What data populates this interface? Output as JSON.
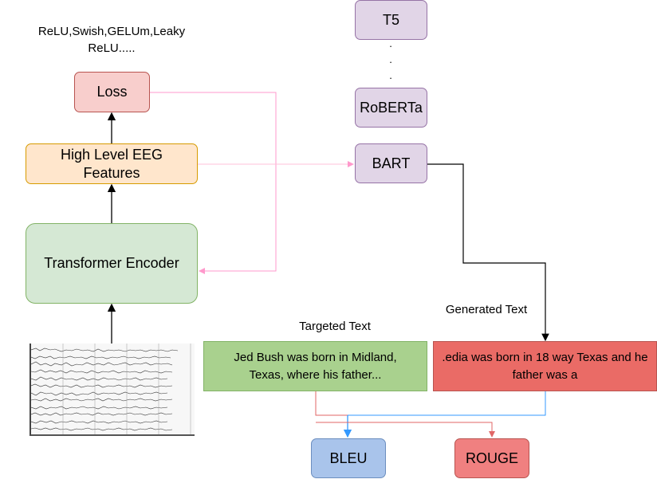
{
  "activation_note": "ReLU,Swish,GELUm,Leaky ReLU.....",
  "loss": "Loss",
  "features": "High Level EEG Features",
  "encoder": "Transformer Encoder",
  "models": {
    "t5": "T5",
    "dots": ".",
    "roberta": "RoBERTa",
    "bart": "BART"
  },
  "targeted_label": "Targeted Text",
  "generated_label": "Generated Text",
  "targeted_text": "Jed Bush was born in Midland, Texas, where his father...",
  "generated_text": ".edia was born in 18 way Texas and he father was a",
  "bleu": "BLEU",
  "rouge": "ROUGE",
  "colors": {
    "loss_fill": "#f8cecc",
    "loss_border": "#b85450",
    "features_fill": "#ffe6cc",
    "features_border": "#d79b00",
    "encoder_fill": "#d5e8d4",
    "encoder_border": "#82b366",
    "model_fill": "#e1d5e7",
    "model_border": "#9673a6",
    "target_fill": "#a9d18e",
    "target_border": "#82b366",
    "generated_fill": "#ea6b66",
    "generated_border": "#b85450",
    "bleu_fill": "#a9c4eb",
    "bleu_border": "#6c8ebf",
    "rouge_fill": "#f08080",
    "rouge_border": "#b85450",
    "pink_line": "#ff99cc",
    "blue_line": "#3399ff",
    "red_line": "#e06666"
  }
}
